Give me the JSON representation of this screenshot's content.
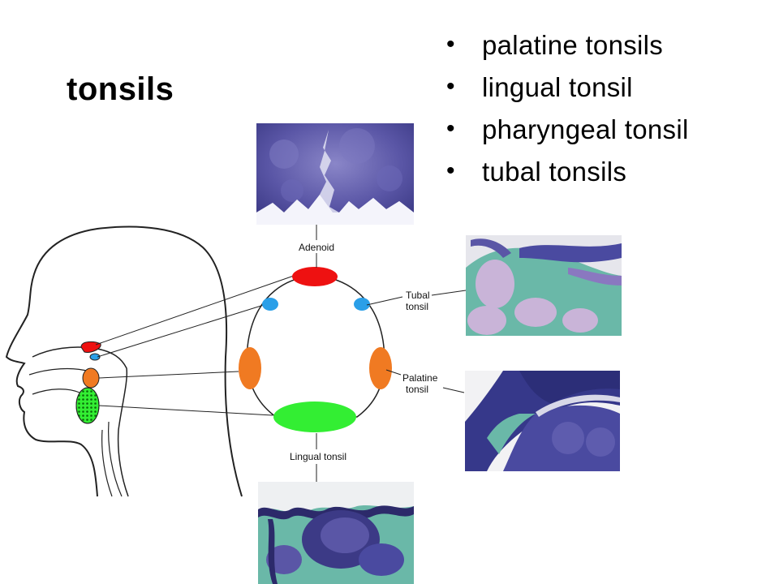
{
  "title": "tonsils",
  "bullets": [
    "palatine tonsils",
    "lingual tonsil",
    "pharyngeal tonsil",
    "tubal tonsils"
  ],
  "diagram": {
    "labels": {
      "adenoid": "Adenoid",
      "tubal_line1": "Tubal",
      "tubal_line2": "tonsil",
      "palatine_line1": "Palatine",
      "palatine_line2": "tonsil",
      "lingual": "Lingual tonsil"
    },
    "colors": {
      "adenoid": "#ee1111",
      "tubal": "#2a9fe8",
      "palatine": "#f07a22",
      "lingual": "#33ee33",
      "tissue_purple": "#5a5aa8",
      "tissue_teal": "#6ab8a8"
    },
    "micrographs": [
      "adenoid-micrograph",
      "tubal-tonsil-micrograph",
      "palatine-tonsil-micrograph",
      "lingual-tonsil-micrograph"
    ]
  }
}
